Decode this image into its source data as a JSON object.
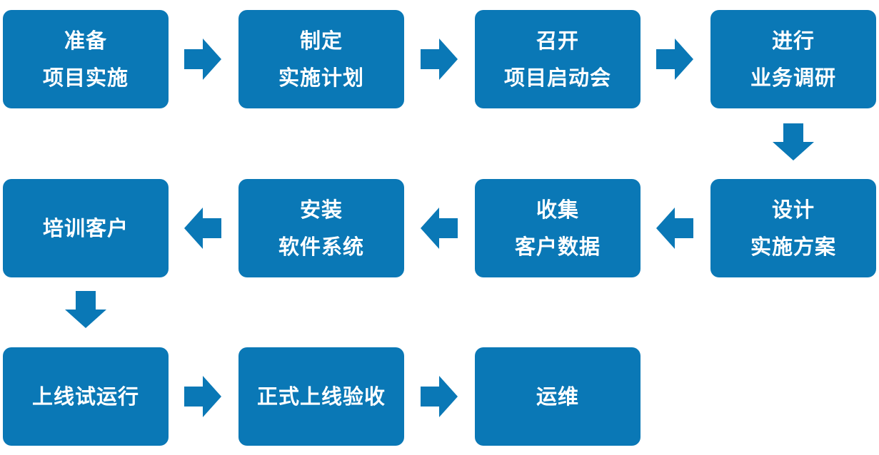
{
  "diagram": {
    "steps": [
      {
        "label": "准备\n项目实施"
      },
      {
        "label": "制定\n实施计划"
      },
      {
        "label": "召开\n项目启动会"
      },
      {
        "label": "进行\n业务调研"
      },
      {
        "label": "设计\n实施方案"
      },
      {
        "label": "收集\n客户数据"
      },
      {
        "label": "安装\n软件系统"
      },
      {
        "label": "培训客户"
      },
      {
        "label": "上线试运行"
      },
      {
        "label": "正式上线验收"
      },
      {
        "label": "运维"
      }
    ]
  },
  "colors": {
    "box": "#0a78b6",
    "arrow": "#0a78b6",
    "text": "#ffffff"
  }
}
